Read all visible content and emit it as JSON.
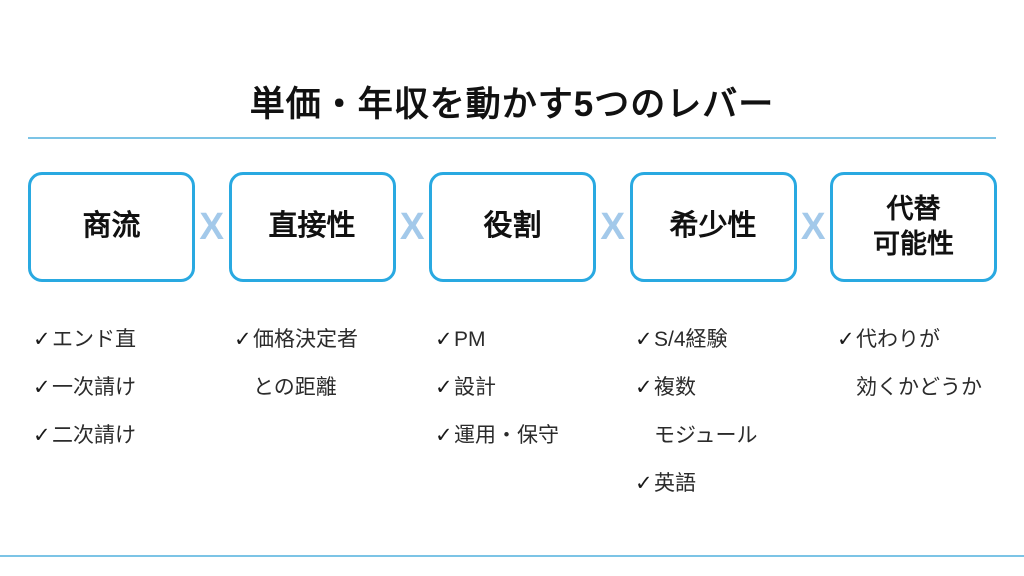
{
  "title": "単価・年収を動かす5つのレバー",
  "glyphs": {
    "check": "✓",
    "multiply": "X"
  },
  "colors": {
    "border-blue": "#29a9e1",
    "rule-blue": "#7cc4e6",
    "x-blue": "#a3c9ea",
    "title-black": "#111111",
    "body-text": "#2b2b2b"
  },
  "levers": [
    {
      "label": "商流"
    },
    {
      "label": "直接性"
    },
    {
      "label": "役割"
    },
    {
      "label": "希少性"
    },
    {
      "label": "代替\n可能性"
    }
  ],
  "notes": [
    {
      "items": [
        {
          "check": true,
          "text": "エンド直"
        },
        {
          "check": true,
          "text": "一次請け"
        },
        {
          "check": true,
          "text": "二次請け"
        }
      ]
    },
    {
      "items": [
        {
          "check": true,
          "text": "価格決定者"
        },
        {
          "check": false,
          "text": "との距離"
        }
      ]
    },
    {
      "items": [
        {
          "check": true,
          "text": "PM"
        },
        {
          "check": true,
          "text": "設計"
        },
        {
          "check": true,
          "text": "運用・保守"
        }
      ]
    },
    {
      "items": [
        {
          "check": true,
          "text": "S/4経験"
        },
        {
          "check": true,
          "text": "複数"
        },
        {
          "check": false,
          "text": "モジュール"
        },
        {
          "check": true,
          "text": "英語"
        }
      ]
    },
    {
      "items": [
        {
          "check": true,
          "text": "代わりが"
        },
        {
          "check": false,
          "text": "効くかどうか"
        }
      ]
    }
  ]
}
